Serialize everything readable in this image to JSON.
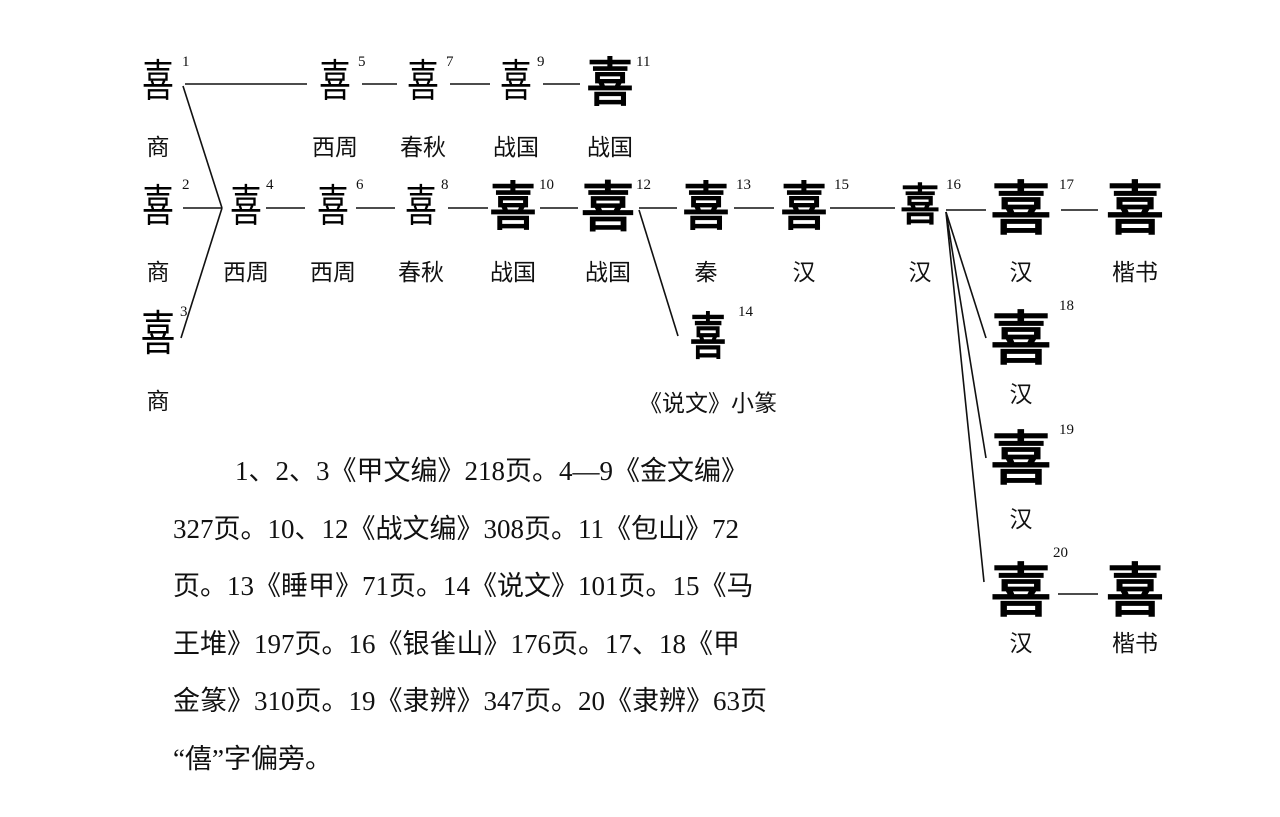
{
  "figure": {
    "glyph_char": "喜",
    "nodes": [
      {
        "id": "1",
        "number": "1",
        "period": "商",
        "style": "archaic"
      },
      {
        "id": "2",
        "number": "2",
        "period": "商",
        "style": "archaic"
      },
      {
        "id": "3",
        "number": "3",
        "period": "商",
        "style": "archaic"
      },
      {
        "id": "4",
        "number": "4",
        "period": "西周",
        "style": "archaic"
      },
      {
        "id": "5",
        "number": "5",
        "period": "西周",
        "style": "archaic"
      },
      {
        "id": "6",
        "number": "6",
        "period": "西周",
        "style": "archaic"
      },
      {
        "id": "7",
        "number": "7",
        "period": "春秋",
        "style": "archaic"
      },
      {
        "id": "8",
        "number": "8",
        "period": "春秋",
        "style": "archaic"
      },
      {
        "id": "9",
        "number": "9",
        "period": "战国",
        "style": "archaic"
      },
      {
        "id": "10",
        "number": "10",
        "period": "战国",
        "style": "bold"
      },
      {
        "id": "11",
        "number": "11",
        "period": "战国",
        "style": "bold"
      },
      {
        "id": "12",
        "number": "12",
        "period": "战国",
        "style": "heavy"
      },
      {
        "id": "13",
        "number": "13",
        "period": "秦",
        "style": "bold"
      },
      {
        "id": "14",
        "number": "14",
        "period": "《说文》小篆",
        "style": "archaic"
      },
      {
        "id": "15",
        "number": "15",
        "period": "汉",
        "style": "bold"
      },
      {
        "id": "16",
        "number": "16",
        "period": "汉",
        "style": "bold"
      },
      {
        "id": "17",
        "number": "17",
        "period": "汉",
        "style": "clerical"
      },
      {
        "id": "18",
        "number": "18",
        "period": "汉",
        "style": "clerical"
      },
      {
        "id": "19",
        "number": "19",
        "period": "汉",
        "style": "clerical"
      },
      {
        "id": "20",
        "number": "20",
        "period": "汉",
        "style": "clerical"
      },
      {
        "id": "kai1",
        "number": "",
        "period": "楷书",
        "style": "kai"
      },
      {
        "id": "kai2",
        "number": "",
        "period": "楷书",
        "style": "kai"
      }
    ],
    "edges": [
      [
        "1",
        "5"
      ],
      [
        "5",
        "7"
      ],
      [
        "7",
        "9"
      ],
      [
        "9",
        "11"
      ],
      [
        "1",
        "4"
      ],
      [
        "2",
        "4"
      ],
      [
        "3",
        "4"
      ],
      [
        "4",
        "6"
      ],
      [
        "6",
        "8"
      ],
      [
        "8",
        "10"
      ],
      [
        "10",
        "12"
      ],
      [
        "12",
        "13"
      ],
      [
        "12",
        "14"
      ],
      [
        "13",
        "15"
      ],
      [
        "15",
        "16"
      ],
      [
        "16",
        "17"
      ],
      [
        "16",
        "18"
      ],
      [
        "16",
        "19"
      ],
      [
        "16",
        "20"
      ],
      [
        "17",
        "kai1"
      ],
      [
        "20",
        "kai2"
      ]
    ]
  },
  "caption": {
    "lines": [
      "1、2、3《甲文编》218页。4—9《金文编》",
      "327页。10、12《战文编》308页。11《包山》72",
      "页。13《睡甲》71页。14《说文》101页。15《马",
      "王堆》197页。16《银雀山》176页。17、18《甲",
      "金篆》310页。19《隶辨》347页。20《隶辨》63页",
      "“僖”字偏旁。"
    ]
  }
}
